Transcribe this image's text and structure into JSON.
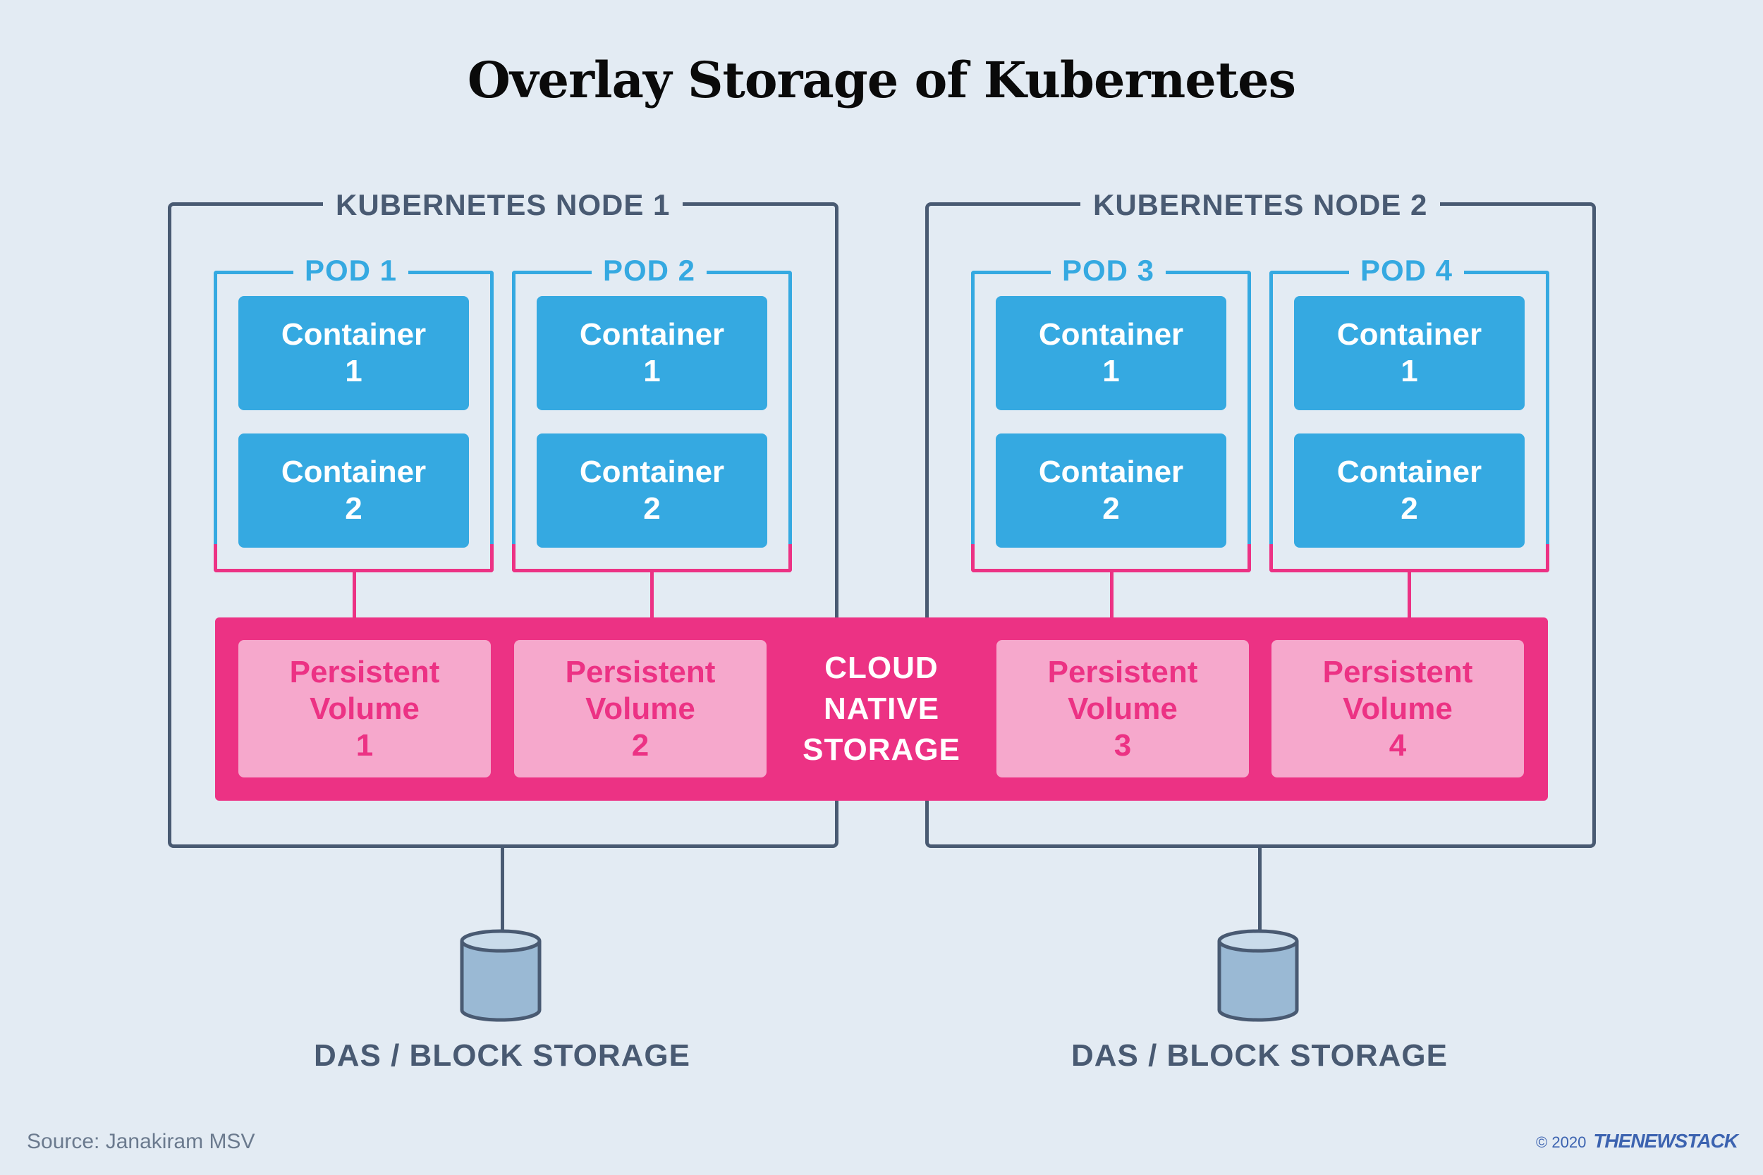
{
  "title": "Overlay Storage of Kubernetes",
  "nodes": [
    {
      "label": "KUBERNETES NODE 1",
      "pods": [
        {
          "label": "POD 1",
          "containers": [
            {
              "name": "Container",
              "num": "1"
            },
            {
              "name": "Container",
              "num": "2"
            }
          ]
        },
        {
          "label": "POD 2",
          "containers": [
            {
              "name": "Container",
              "num": "1"
            },
            {
              "name": "Container",
              "num": "2"
            }
          ]
        }
      ],
      "storage_label": "DAS / BLOCK STORAGE"
    },
    {
      "label": "KUBERNETES NODE 2",
      "pods": [
        {
          "label": "POD 3",
          "containers": [
            {
              "name": "Container",
              "num": "1"
            },
            {
              "name": "Container",
              "num": "2"
            }
          ]
        },
        {
          "label": "POD 4",
          "containers": [
            {
              "name": "Container",
              "num": "1"
            },
            {
              "name": "Container",
              "num": "2"
            }
          ]
        }
      ],
      "storage_label": "DAS / BLOCK STORAGE"
    }
  ],
  "persistent_volumes": [
    {
      "l1": "Persistent",
      "l2": "Volume",
      "num": "1"
    },
    {
      "l1": "Persistent",
      "l2": "Volume",
      "num": "2"
    },
    {
      "l1": "Persistent",
      "l2": "Volume",
      "num": "3"
    },
    {
      "l1": "Persistent",
      "l2": "Volume",
      "num": "4"
    }
  ],
  "cloud_native_storage": {
    "l1": "CLOUD",
    "l2": "NATIVE",
    "l3": "STORAGE"
  },
  "footer": {
    "source": "Source: Janakiram MSV",
    "copyright": "© 2020",
    "brand": "THENEWSTACK"
  },
  "colors": {
    "background": "#e3ebf3",
    "node_border": "#495a72",
    "pod_blue": "#35a9e1",
    "storage_pink": "#ec3284",
    "pv_light_pink": "#f6a8cc",
    "disk_fill": "#9ab9d4"
  }
}
